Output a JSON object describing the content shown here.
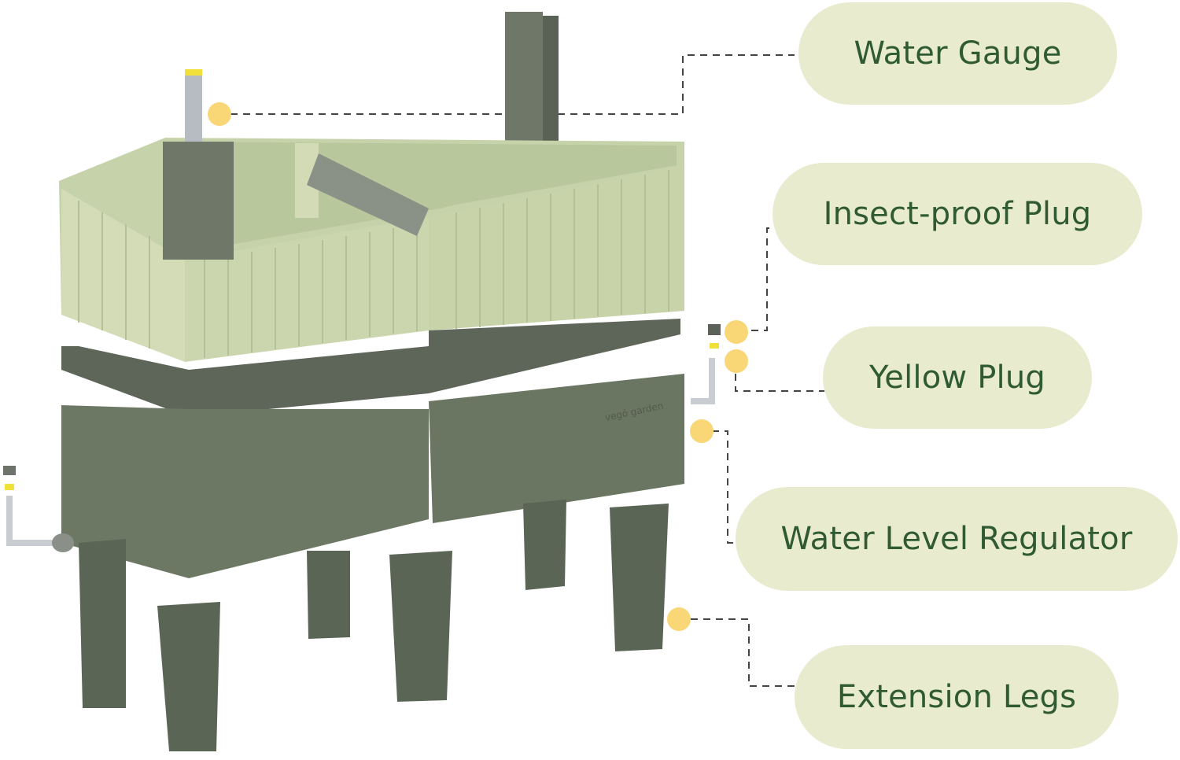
{
  "diagram": {
    "title": "Self-watering raised garden bed exploded view",
    "brand_mark": "vegó garden",
    "colors": {
      "label_bg": "#e9ebcf",
      "label_text": "#2f5a32",
      "callout_dot": "#f9d676",
      "leader_line": "#444444",
      "planter_frame": "#c9d4ad",
      "reservoir": "#6b7a64",
      "tray": "#5d6458"
    },
    "callouts": [
      {
        "id": "water-gauge",
        "label": "Water Gauge"
      },
      {
        "id": "insect-proof-plug",
        "label": "Insect-proof Plug"
      },
      {
        "id": "yellow-plug",
        "label": "Yellow Plug"
      },
      {
        "id": "water-level-regulator",
        "label": "Water Level Regulator"
      },
      {
        "id": "extension-legs",
        "label": "Extension Legs"
      }
    ]
  }
}
